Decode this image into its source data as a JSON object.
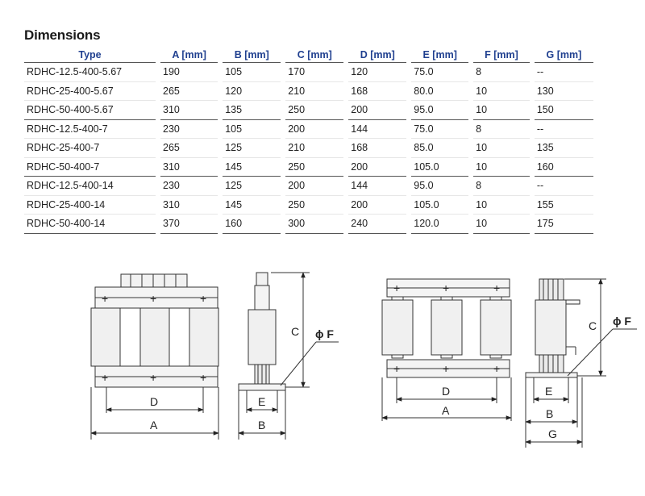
{
  "title": "Dimensions",
  "table": {
    "headers": [
      "Type",
      "A [mm]",
      "B [mm]",
      "C [mm]",
      "D [mm]",
      "E [mm]",
      "F [mm]",
      "G [mm]"
    ],
    "rows": [
      [
        "RDHC-12.5-400-5.67",
        "190",
        "105",
        "170",
        "120",
        "75.0",
        "8",
        "--"
      ],
      [
        "RDHC-25-400-5.67",
        "265",
        "120",
        "210",
        "168",
        "80.0",
        "10",
        "130"
      ],
      [
        "RDHC-50-400-5.67",
        "310",
        "135",
        "250",
        "200",
        "95.0",
        "10",
        "150"
      ],
      [
        "RDHC-12.5-400-7",
        "230",
        "105",
        "200",
        "144",
        "75.0",
        "8",
        "--"
      ],
      [
        "RDHC-25-400-7",
        "265",
        "125",
        "210",
        "168",
        "85.0",
        "10",
        "135"
      ],
      [
        "RDHC-50-400-7",
        "310",
        "145",
        "250",
        "200",
        "105.0",
        "10",
        "160"
      ],
      [
        "RDHC-12.5-400-14",
        "230",
        "125",
        "200",
        "144",
        "95.0",
        "8",
        "--"
      ],
      [
        "RDHC-25-400-14",
        "310",
        "145",
        "250",
        "200",
        "105.0",
        "10",
        "155"
      ],
      [
        "RDHC-50-400-14",
        "370",
        "160",
        "300",
        "240",
        "120.0",
        "10",
        "175"
      ]
    ]
  },
  "drawing_labels": {
    "a": "A",
    "b": "B",
    "c": "C",
    "d": "D",
    "e": "E",
    "f": "ϕ F",
    "g": "G"
  }
}
